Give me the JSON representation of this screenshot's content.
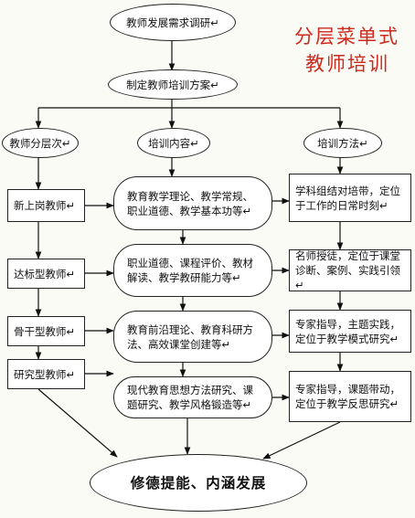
{
  "headline": {
    "line1": "分层菜单式",
    "line2": "教师培训"
  },
  "flow": {
    "step1": "教师发展需求调研↵",
    "step2": "制定教师培训方案↵"
  },
  "columns": {
    "levels": "教师分层次↵",
    "content": "培训内容↵",
    "method": "培训方法↵"
  },
  "levels": [
    "新上岗教师↵",
    "达标型教师↵",
    "骨干型教师↵",
    "研究型教师↵"
  ],
  "content": [
    {
      "line1": "教育教学理论、教学常规、",
      "line2": "职业道德、教学基本功等↵"
    },
    {
      "line1": "职业道德、课程评价、教材",
      "line2": "解读、教学教研能力等↵"
    },
    {
      "line1": "教育前沿理论、教育科研方",
      "line2": "法、高效课堂创建等↵"
    },
    {
      "line1": "现代教育思想方法研究、课",
      "line2": "题研究、教学风格锻造等↵"
    }
  ],
  "methods": [
    {
      "line1": "学科组结对培带，定位",
      "line2": "于工作的日常时刻↵"
    },
    {
      "line1": "名师授徒，定位于课堂",
      "line2": "诊断、案例、实践引领↵"
    },
    {
      "line1": "专家指导，主题实践，",
      "line2": "定位于教学模式研究↵"
    },
    {
      "line1": "专家指导，课题带动，",
      "line2": "定位于教学反思研究↵"
    }
  ],
  "goal": "修德提能、内涵发展"
}
